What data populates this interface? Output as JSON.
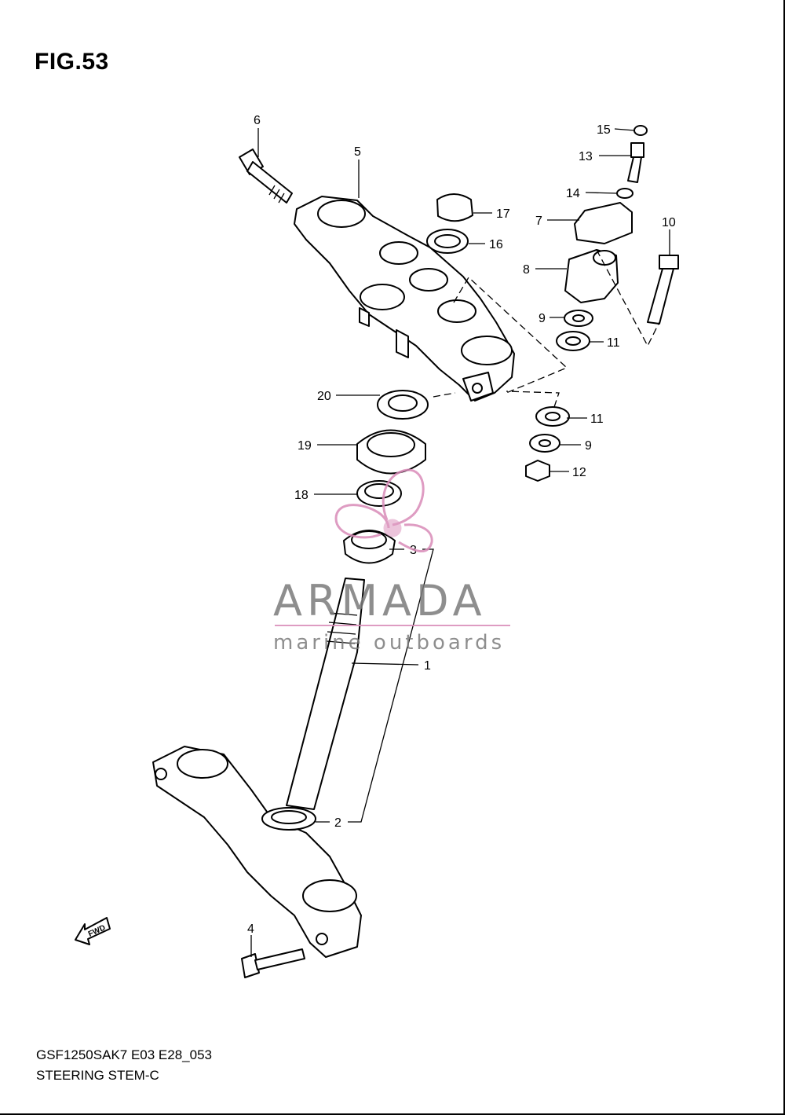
{
  "figure": {
    "title": "FIG.53",
    "code": "GSF1250SAK7 E03 E28_053",
    "name": "STEERING STEM-C"
  },
  "fwd_label": "FWD",
  "watermark": {
    "brand": "ARMADA",
    "tagline": "marine outboards",
    "logo_color": "#d98bb8",
    "text_color": "#7b7b7b"
  },
  "callouts": [
    "1",
    "2",
    "3",
    "4",
    "5",
    "6",
    "7",
    "8",
    "9",
    "9",
    "10",
    "11",
    "11",
    "12",
    "13",
    "14",
    "15",
    "16",
    "17",
    "18",
    "19",
    "20"
  ]
}
